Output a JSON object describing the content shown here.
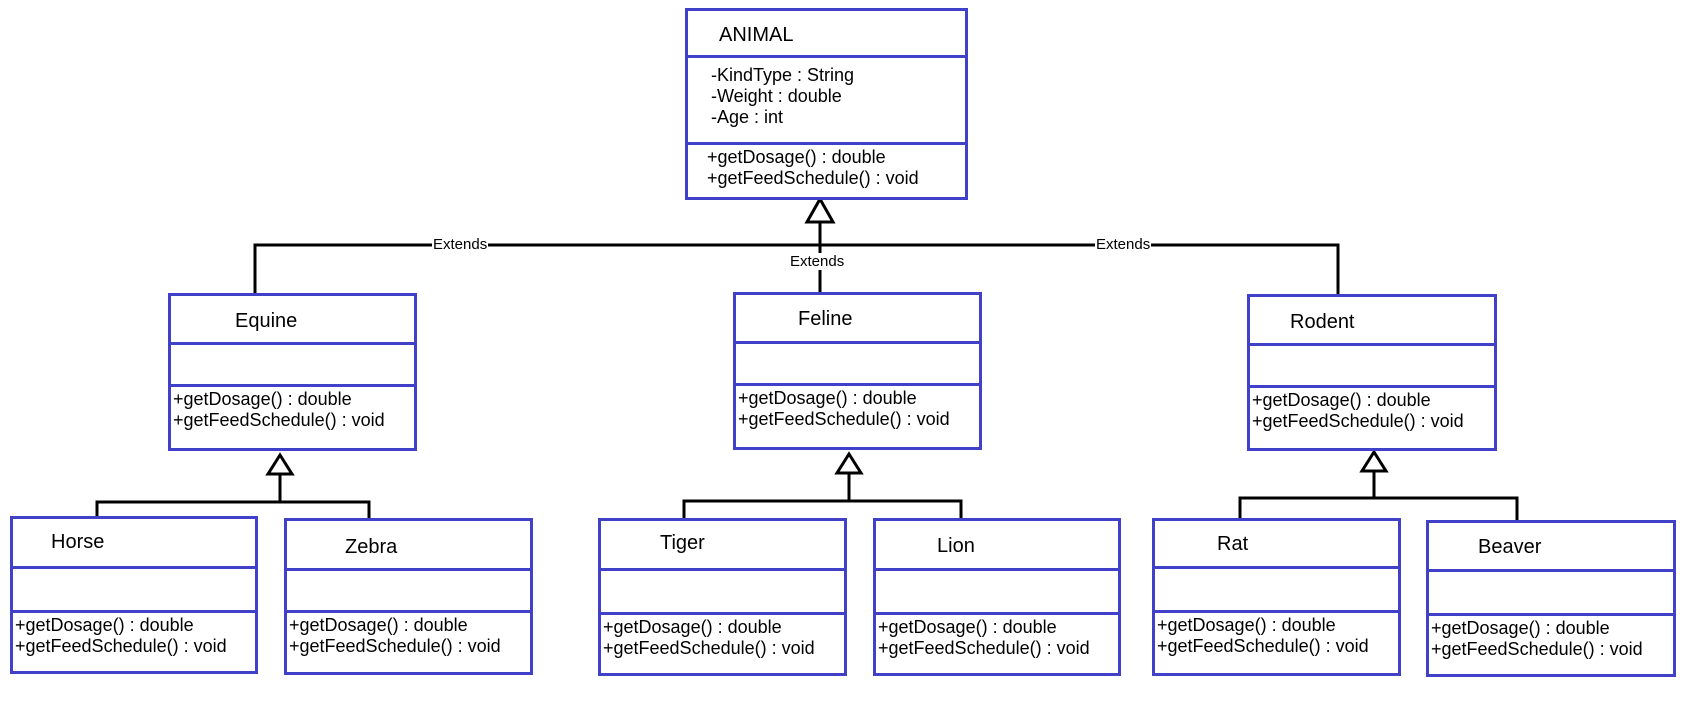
{
  "colors": {
    "border": "#4040c8",
    "line": "#000000"
  },
  "labels": {
    "extends": "Extends"
  },
  "classes": {
    "animal": {
      "name": "ANIMAL",
      "attributes": [
        "-KindType : String",
        "-Weight : double",
        "-Age : int"
      ],
      "operations": [
        "+getDosage() : double",
        "+getFeedSchedule() : void"
      ]
    },
    "equine": {
      "name": "Equine",
      "operations": [
        "+getDosage() : double",
        "+getFeedSchedule() : void"
      ]
    },
    "feline": {
      "name": "Feline",
      "operations": [
        "+getDosage() : double",
        "+getFeedSchedule() : void"
      ]
    },
    "rodent": {
      "name": "Rodent",
      "operations": [
        "+getDosage() : double",
        "+getFeedSchedule() : void"
      ]
    },
    "horse": {
      "name": "Horse",
      "operations": [
        "+getDosage() : double",
        "+getFeedSchedule() : void"
      ]
    },
    "zebra": {
      "name": "Zebra",
      "operations": [
        "+getDosage() : double",
        "+getFeedSchedule() : void"
      ]
    },
    "tiger": {
      "name": "Tiger",
      "operations": [
        "+getDosage() : double",
        "+getFeedSchedule() : void"
      ]
    },
    "lion": {
      "name": "Lion",
      "operations": [
        "+getDosage() : double",
        "+getFeedSchedule() : void"
      ]
    },
    "rat": {
      "name": "Rat",
      "operations": [
        "+getDosage() : double",
        "+getFeedSchedule() : void"
      ]
    },
    "beaver": {
      "name": "Beaver",
      "operations": [
        "+getDosage() : double",
        "+getFeedSchedule() : void"
      ]
    }
  }
}
